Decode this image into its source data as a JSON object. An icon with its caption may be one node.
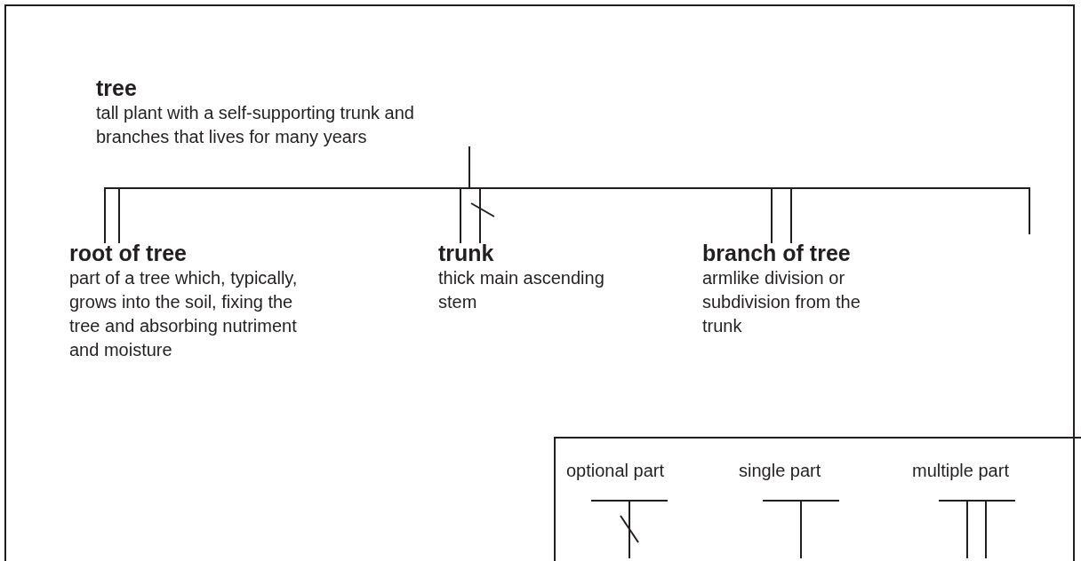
{
  "diagram": {
    "nodes": [
      {
        "text": [
          "tree",
          "tall plant with a self-supporting trunk and branches that lives for many years"
        ]
      },
      {
        "text": [
          "root of tree",
          "part of a tree which, typically, grows into the soil, fixing the tree and absorbing nutriment and moisture"
        ]
      },
      {
        "text": [
          "trunk",
          "thick main ascending stem"
        ]
      },
      {
        "text": [
          "branch of tree",
          "armlike division or subdivision from the trunk"
        ]
      }
    ],
    "edges": [
      {
        "from": 0,
        "to": 1,
        "arrow": "other"
      },
      {
        "from": 0,
        "to": 2,
        "arrow": "other"
      },
      {
        "from": 0,
        "to": 3,
        "arrow": "other"
      },
      {
        "from": 0,
        "to": null,
        "arrow": "none"
      }
    ],
    "legend": [
      {
        "text": "optional part"
      },
      {
        "text": "single part"
      },
      {
        "text": "multiple part"
      }
    ]
  }
}
